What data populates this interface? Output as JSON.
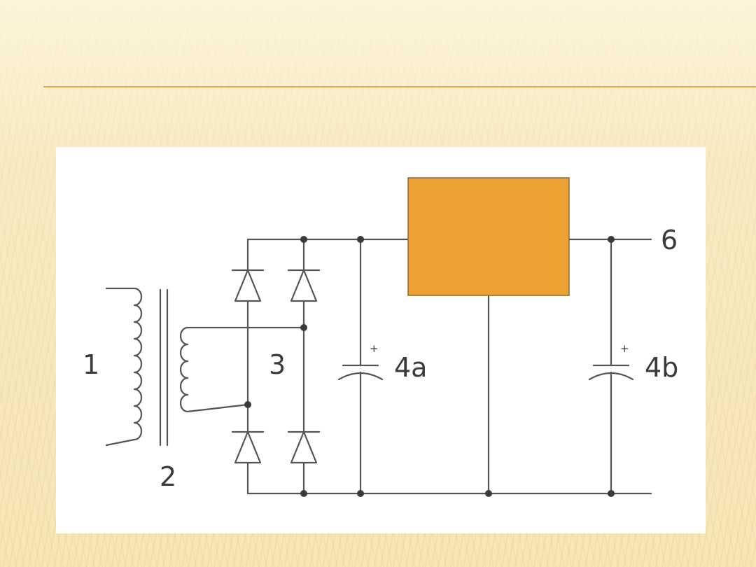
{
  "slide": {
    "accent_color": "#eba544",
    "background_color": "#f6e6b8"
  },
  "diagram": {
    "block_color": "#eca232",
    "wire_color": "#555555",
    "labels": {
      "primary_winding": "1",
      "transformer": "2",
      "diode_bridge": "3",
      "input_capacitor": "4a",
      "output_capacitor": "4b",
      "output_terminal": "6"
    },
    "capacitor_polarity": "+"
  }
}
